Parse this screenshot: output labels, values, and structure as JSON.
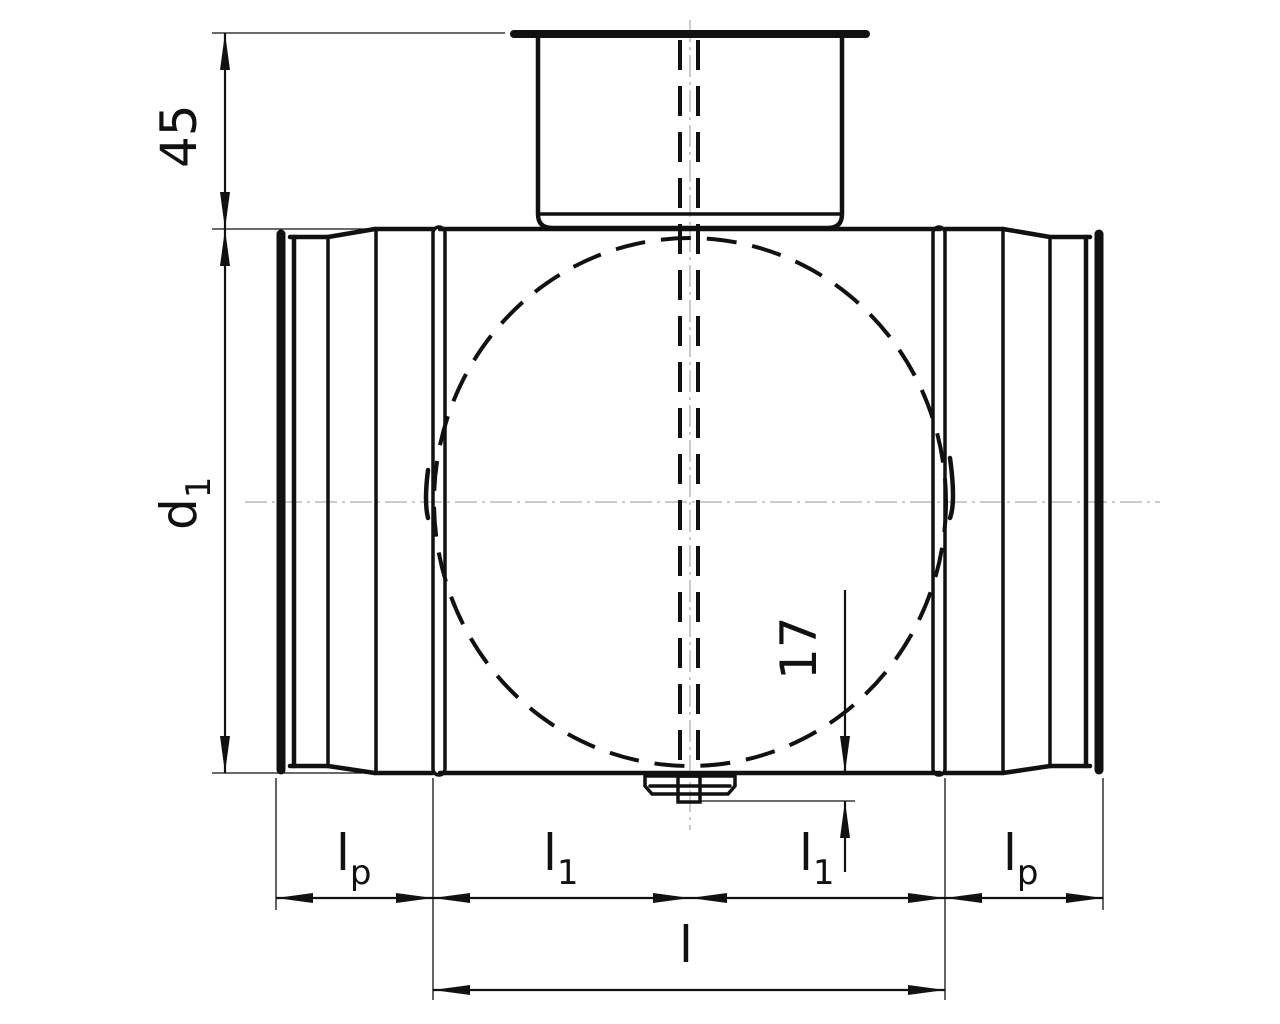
{
  "labels": {
    "dim_top": "45",
    "dim_d_main": "d",
    "dim_d_sub": "1",
    "dim_17": "17",
    "dim_lp_main": "l",
    "dim_lp_sub": "p",
    "dim_l1_main": "l",
    "dim_l1_sub": "1",
    "dim_l": "l"
  }
}
